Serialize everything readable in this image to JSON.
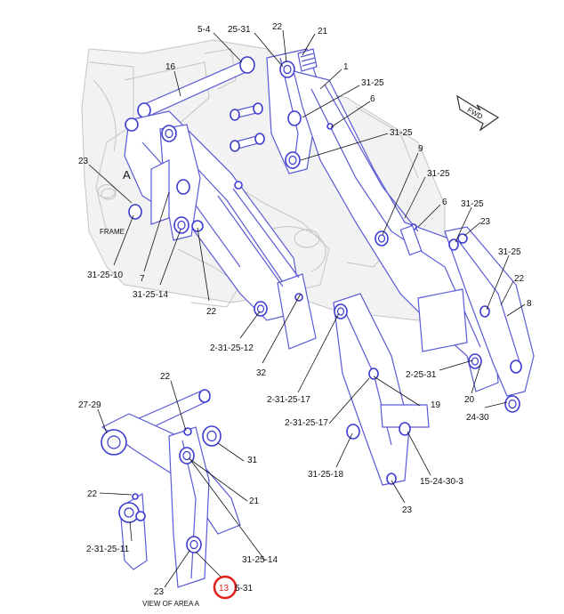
{
  "accent_color": "#e0241c",
  "part_color": "#5a5ad6",
  "main_labels": {
    "l_5_4": "5-4",
    "l_25_31_top": "25-31",
    "l_22_top": "22",
    "l_21_top": "21",
    "l_16": "16",
    "l_1": "1",
    "l_31_25_a": "31-25",
    "l_6_a": "6",
    "l_31_25_b": "31-25",
    "l_9": "9",
    "l_31_25_c": "31-25",
    "l_6_b": "6",
    "l_31_25_d": "31-25",
    "l_23_right": "23",
    "l_31_25_e": "31-25",
    "l_22_right": "22",
    "l_8": "8",
    "l_23_left": "23",
    "l_A": "A",
    "l_frame": "FRAME",
    "l_31_25_10": "31-25-10",
    "l_7": "7",
    "l_31_25_14": "31-25-14",
    "l_22_mid": "22",
    "l_2_31_25_12": "2-31-25-12",
    "l_32": "32",
    "l_2_31_25_17_a": "2-31-25-17",
    "l_2_25_31": "2-25-31",
    "l_20": "20",
    "l_24_30": "24-30",
    "l_19": "19",
    "l_2_31_25_17_b": "2-31-25-17",
    "l_31_25_18": "31-25-18",
    "l_15_24_30_3": "15-24-30-3",
    "l_23_bottom": "23",
    "l_fwd": "FWD"
  },
  "detail_labels": {
    "l_22_top": "22",
    "l_27_29": "27-29",
    "l_31": "31",
    "l_22_left": "22",
    "l_21": "21",
    "l_2_31_25_11": "2-31-25-11",
    "l_31_25_14": "31-25-14",
    "l_23": "23",
    "l_13": "13",
    "l_5_31": "5-31",
    "caption": "VIEW OF AREA A"
  }
}
